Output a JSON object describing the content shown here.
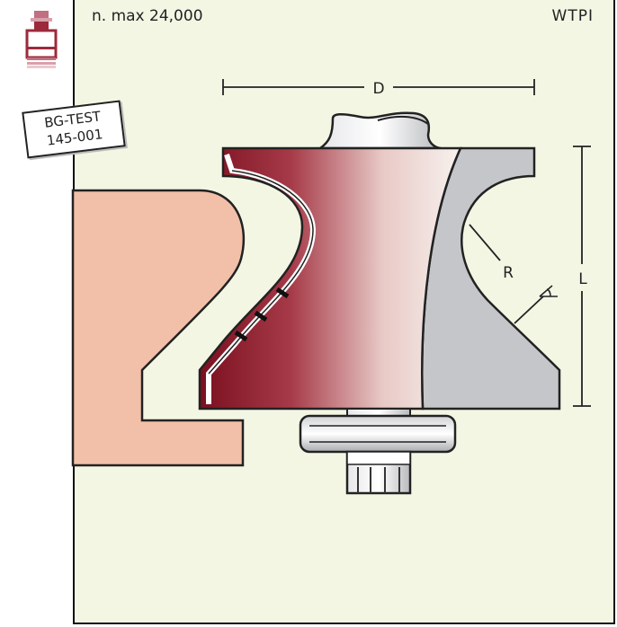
{
  "header": {
    "speed_text": "n. max 24,000",
    "product_code": "WTPI"
  },
  "tag": {
    "line1": "BG-TEST",
    "line2": "145-001"
  },
  "dimensions": {
    "diameter_label": "D",
    "length_label": "L",
    "radius_label": "R"
  },
  "colors": {
    "panel_background": "#f4f6e4",
    "workpiece": "#f2bfa8",
    "cutter_body": "#8e1c2c",
    "shank_steel": "#c4c6c9",
    "logo": "#9c2a3a"
  },
  "icons": {
    "logo": "hand-tool-logo-icon",
    "angle": "angle-symbol-icon"
  }
}
